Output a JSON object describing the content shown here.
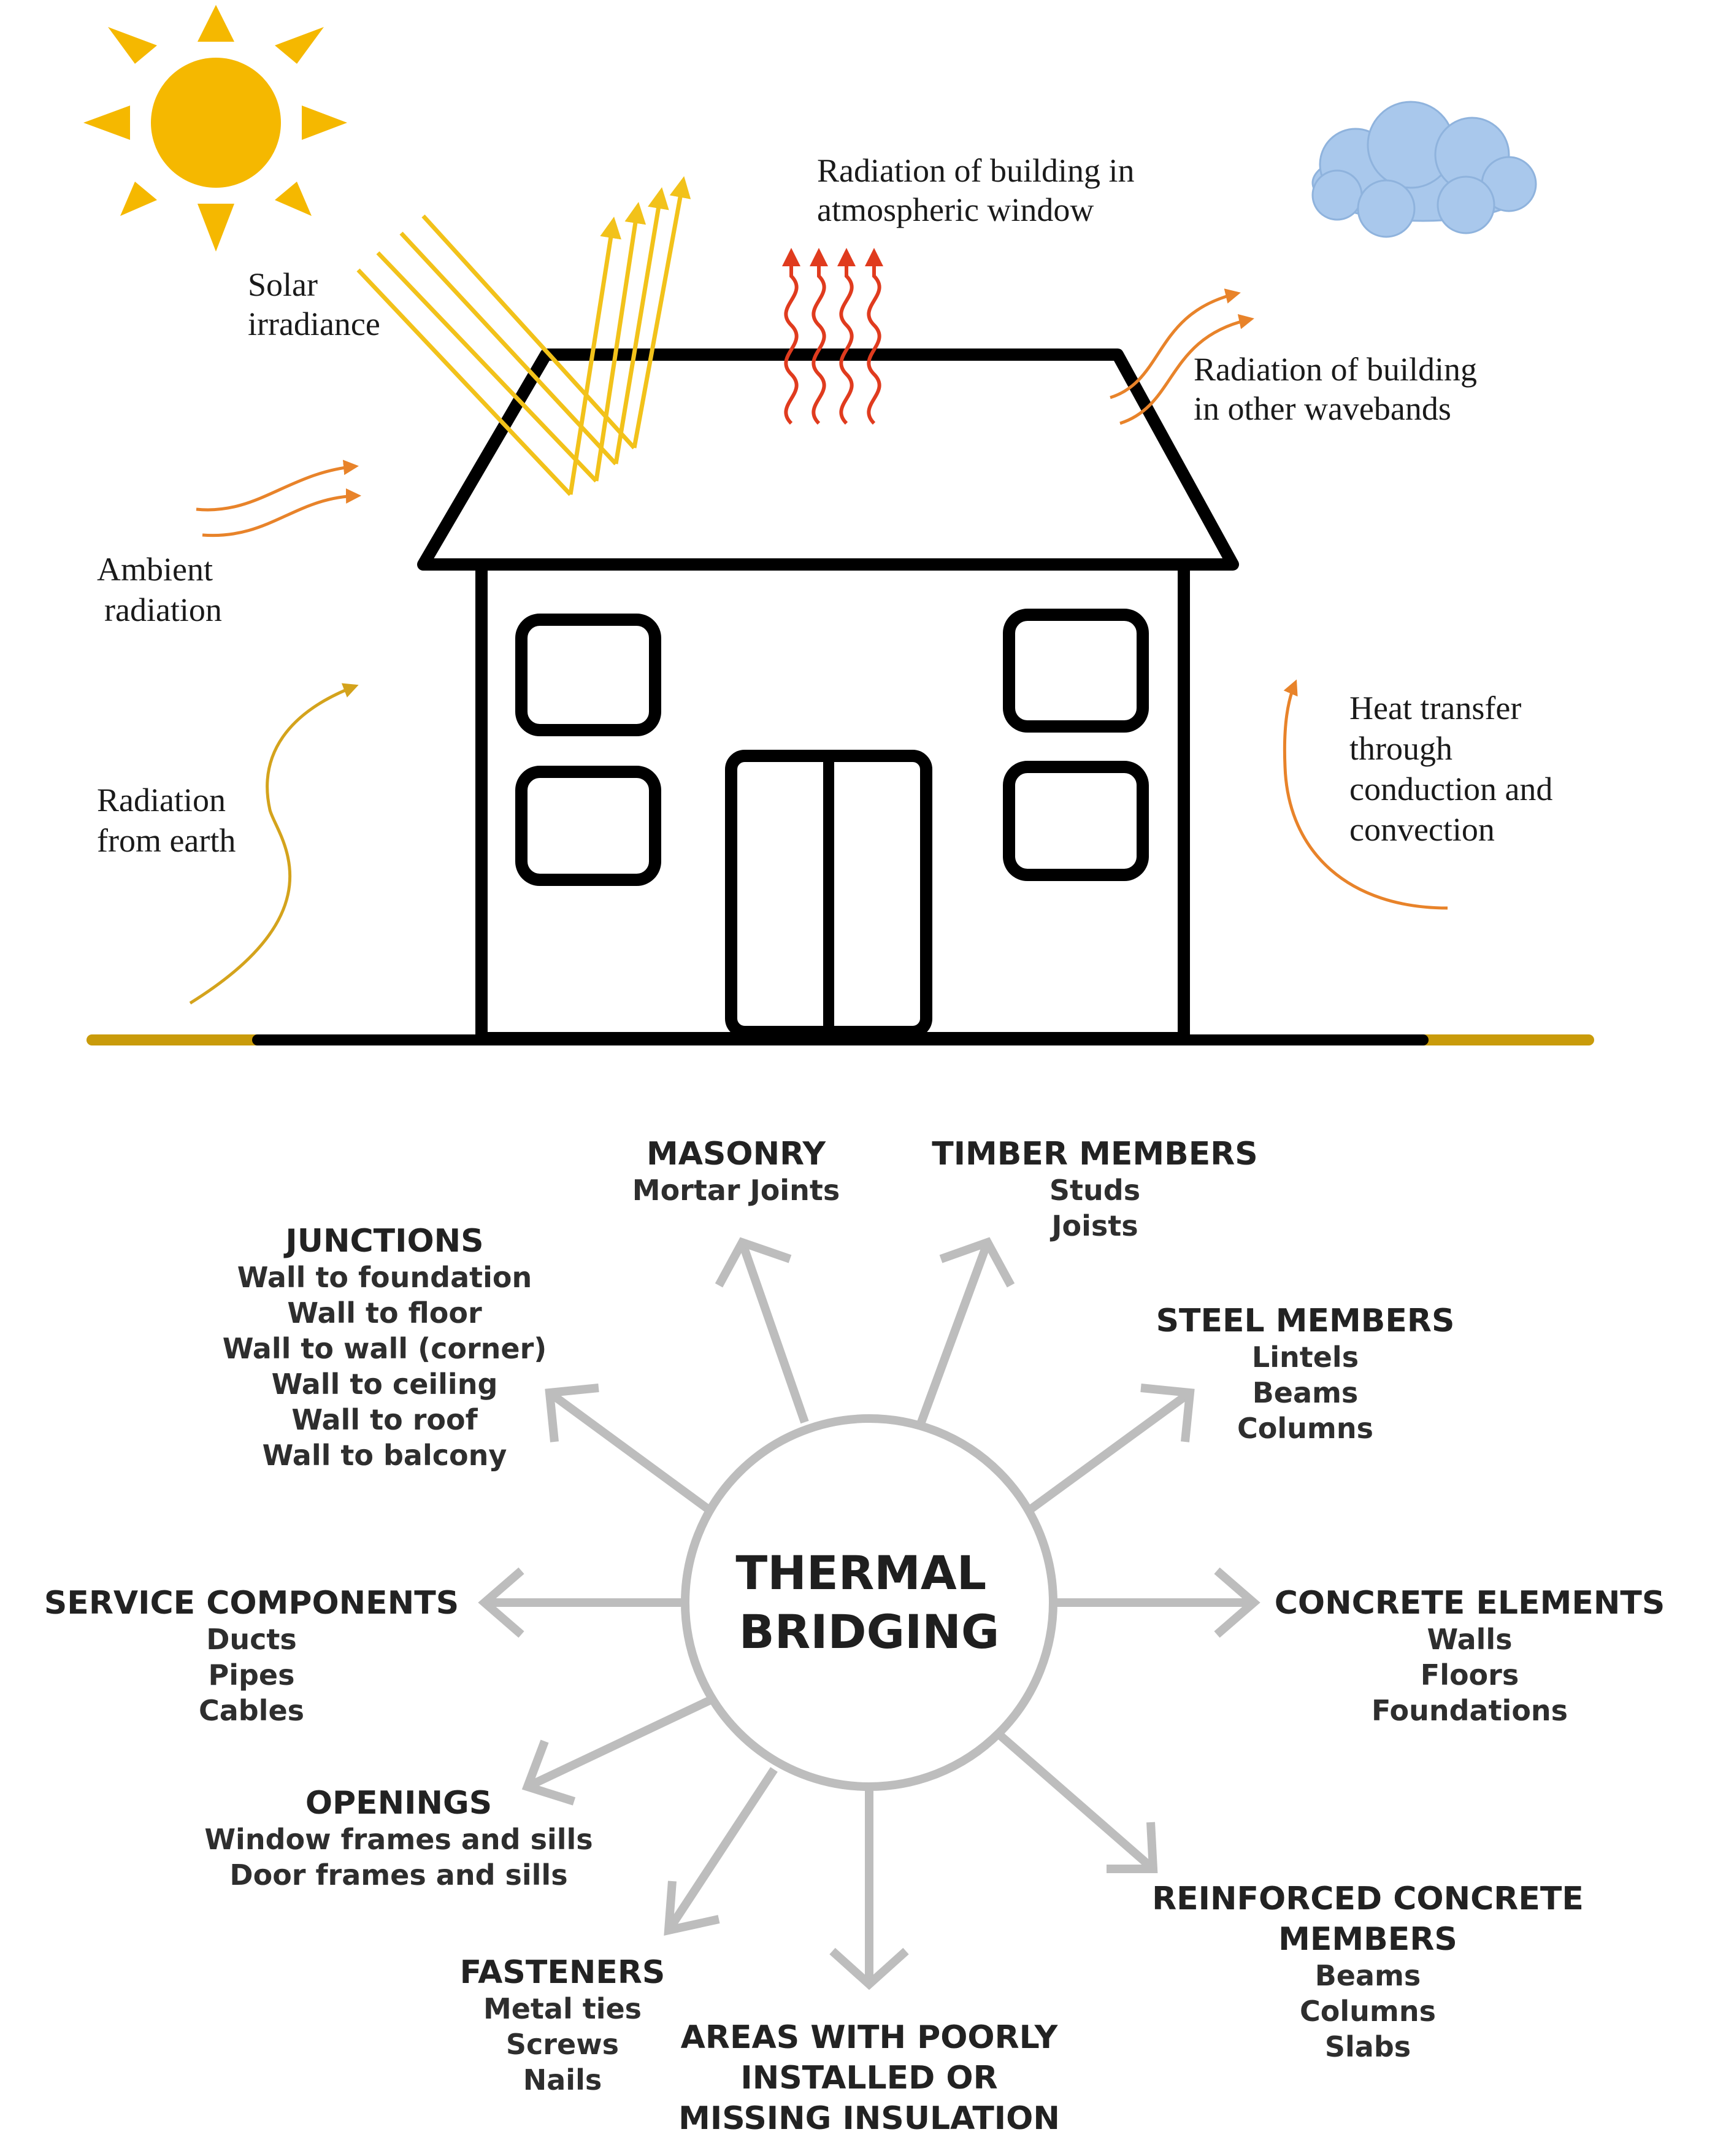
{
  "top_diagram": {
    "labels": {
      "solar": [
        "Solar",
        "irradiance"
      ],
      "atmo": [
        "Radiation of building in",
        "atmospheric window"
      ],
      "other": [
        "Radiation of building",
        "in other wavebands"
      ],
      "ambient": [
        "Ambient",
        "radiation"
      ],
      "earth": [
        "Radiation",
        "from earth"
      ],
      "conduction": [
        "Heat transfer",
        "through",
        "conduction and",
        "convection"
      ]
    },
    "colors": {
      "sun": "#f5b800",
      "solar_rays": "#f2c21a",
      "heat_waves": "#e03b1e",
      "orange_arrows": "#e8832a",
      "earth_arrow": "#d4a31c",
      "ground": "#c99b0a",
      "house": "#000000",
      "cloud": "#a9c8ec"
    }
  },
  "bottom_diagram": {
    "center": [
      "THERMAL",
      "BRIDGING"
    ],
    "arrow_color": "#bdbdbd",
    "categories": {
      "masonry": {
        "title": [
          "MASONRY"
        ],
        "items": [
          "Mortar Joints"
        ]
      },
      "timber": {
        "title": [
          "TIMBER MEMBERS"
        ],
        "items": [
          "Studs",
          "Joists"
        ]
      },
      "junctions": {
        "title": [
          "JUNCTIONS"
        ],
        "items": [
          "Wall to foundation",
          "Wall to floor",
          "Wall to wall (corner)",
          "Wall to ceiling",
          "Wall to roof",
          "Wall to balcony"
        ]
      },
      "steel": {
        "title": [
          "STEEL MEMBERS"
        ],
        "items": [
          "Lintels",
          "Beams",
          "Columns"
        ]
      },
      "service": {
        "title": [
          "SERVICE COMPONENTS"
        ],
        "items": [
          "Ducts",
          "Pipes",
          "Cables"
        ]
      },
      "concrete": {
        "title": [
          "CONCRETE ELEMENTS"
        ],
        "items": [
          "Walls",
          "Floors",
          "Foundations"
        ]
      },
      "openings": {
        "title": [
          "OPENINGS"
        ],
        "items": [
          "Window frames and sills",
          "Door frames and sills"
        ]
      },
      "fasteners": {
        "title": [
          "FASTENERS"
        ],
        "items": [
          "Metal ties",
          "Screws",
          "Nails"
        ]
      },
      "insulation": {
        "title": [
          "AREAS WITH POORLY",
          "INSTALLED OR",
          "MISSING INSULATION"
        ],
        "items": []
      },
      "reinforced": {
        "title": [
          "REINFORCED CONCRETE",
          "MEMBERS"
        ],
        "items": [
          "Beams",
          "Columns",
          "Slabs"
        ]
      }
    }
  }
}
